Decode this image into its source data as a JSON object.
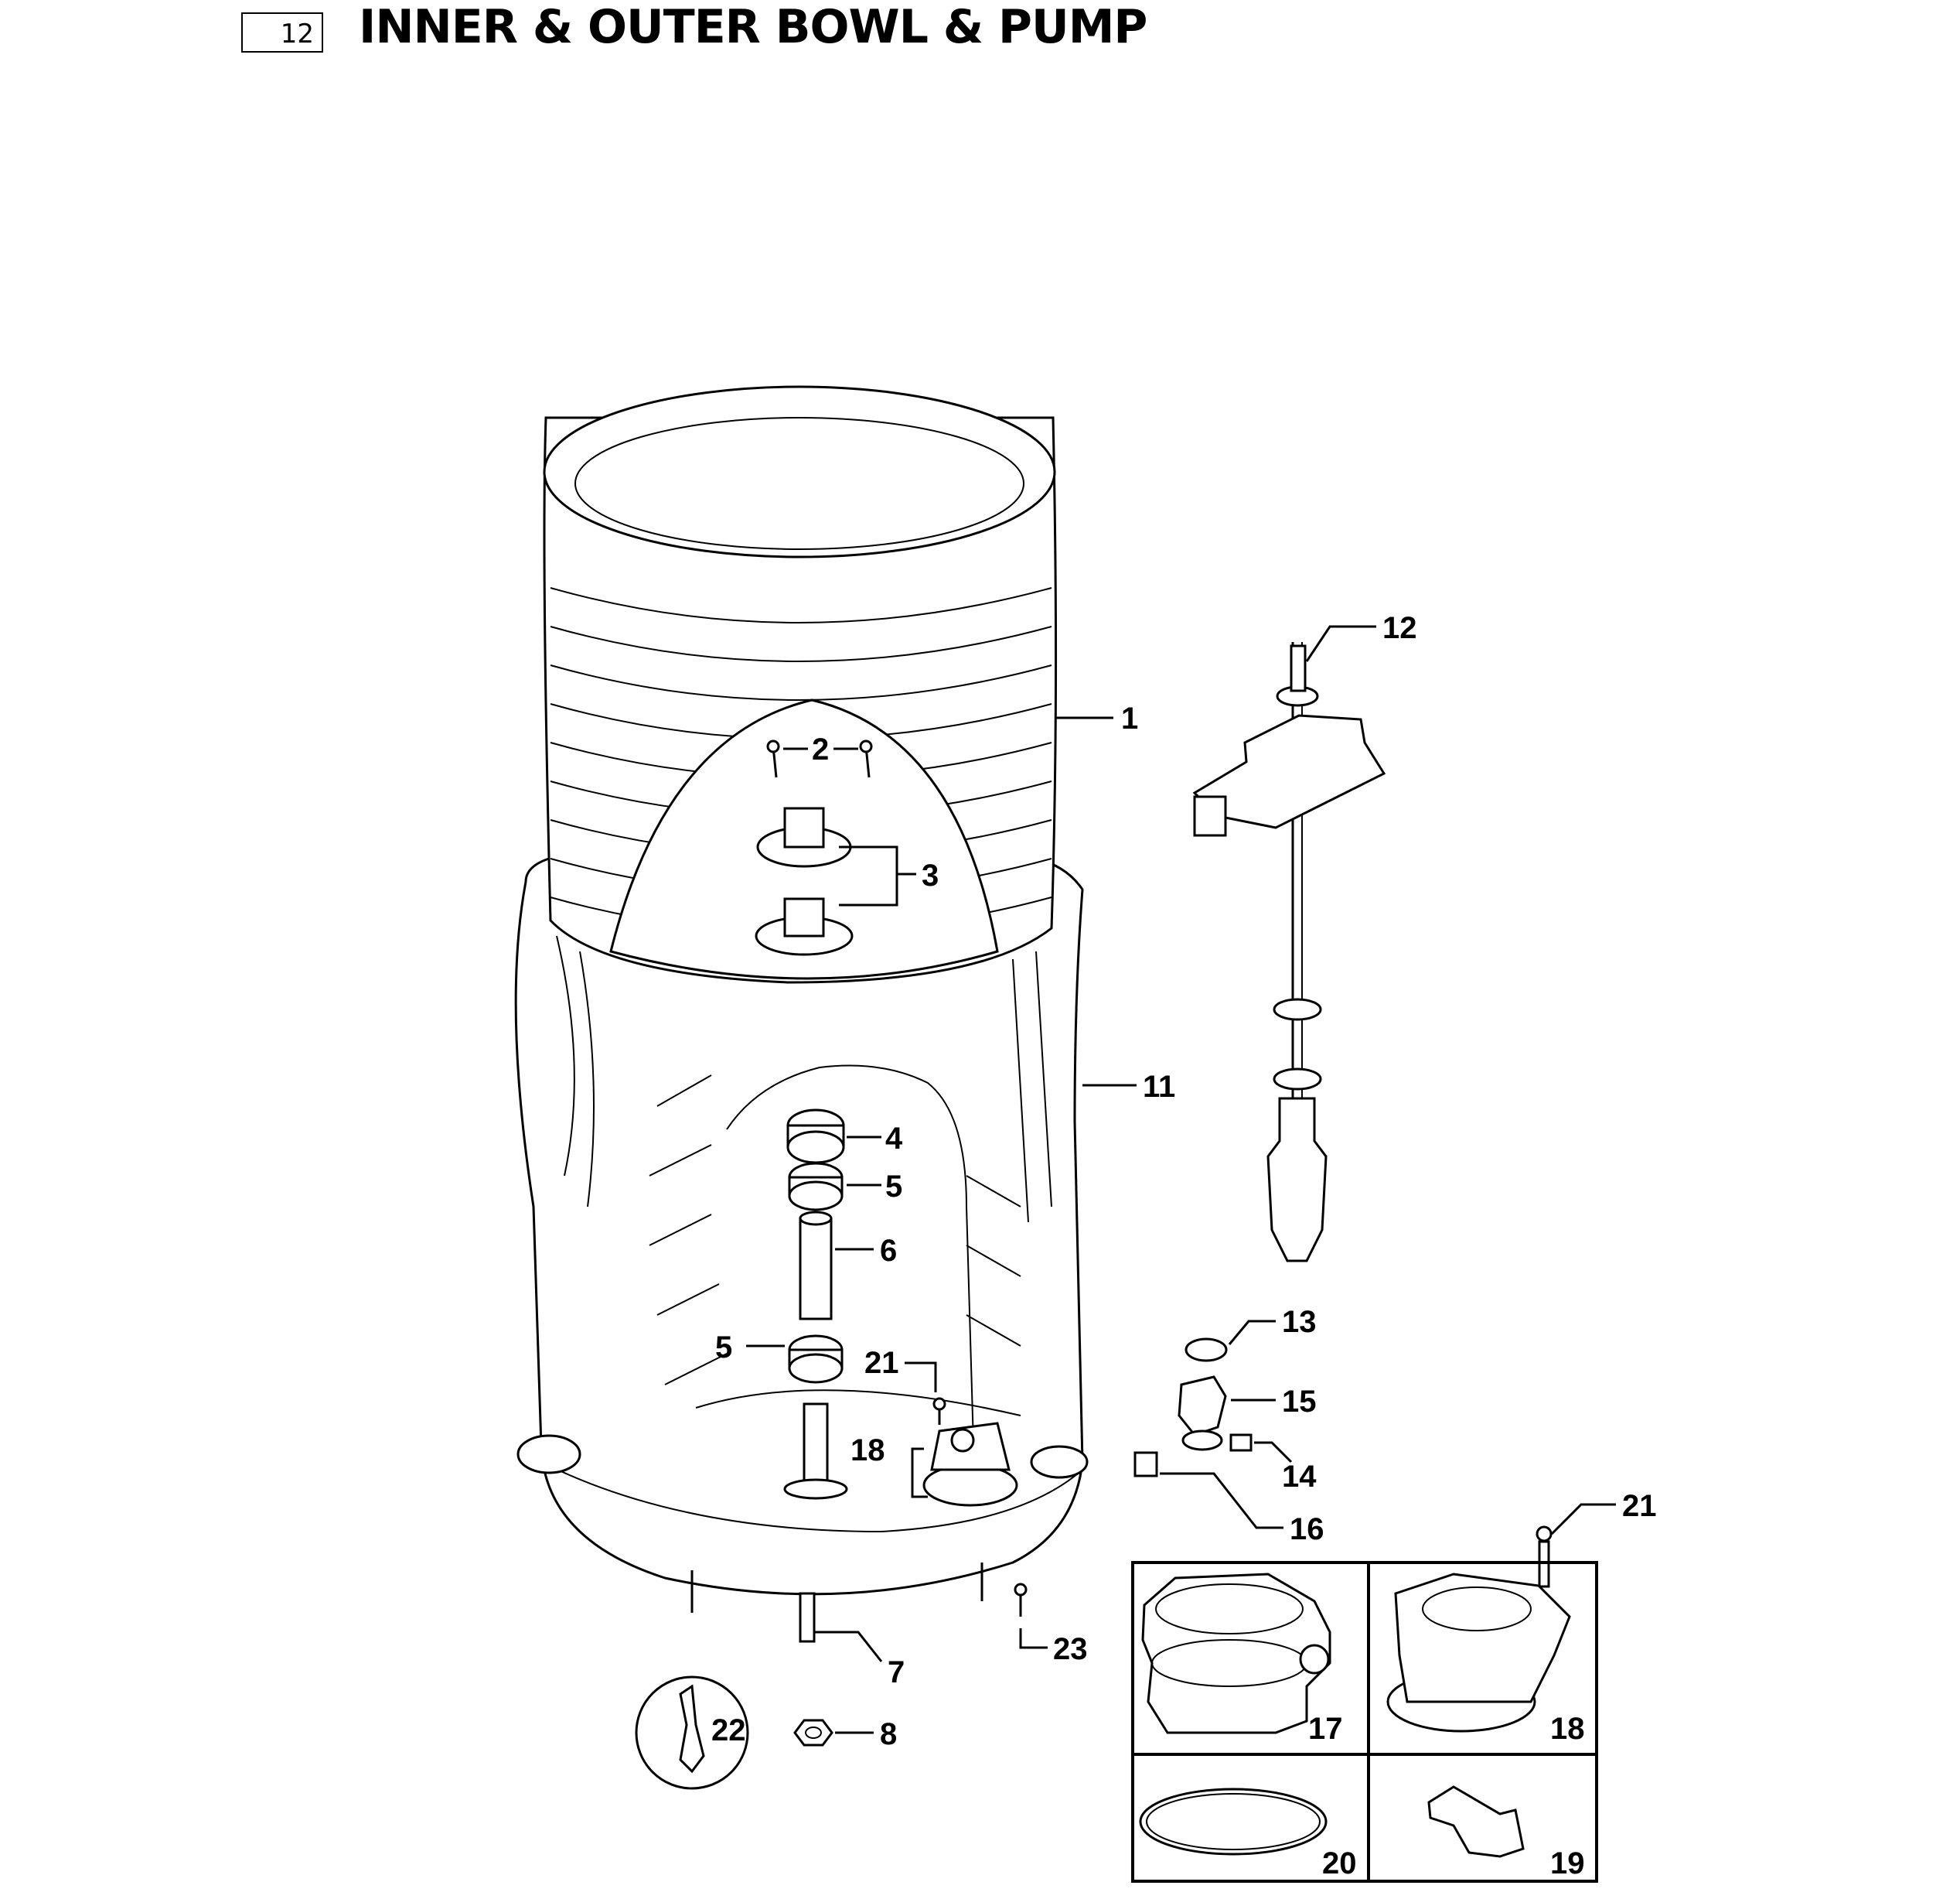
{
  "header": {
    "page_number": "12",
    "title": "INNER & OUTER BOWL & PUMP"
  },
  "callouts": {
    "c1": "1",
    "c2": "2",
    "c3": "3",
    "c4": "4",
    "c5a": "5",
    "c5b": "5",
    "c6": "6",
    "c7": "7",
    "c8": "8",
    "c11": "11",
    "c12": "12",
    "c13": "13",
    "c14": "14",
    "c15": "15",
    "c16": "16",
    "c17": "17",
    "c18a": "18",
    "c18b": "18",
    "c19": "19",
    "c20": "20",
    "c21a": "21",
    "c21b": "21",
    "c22": "22",
    "c23": "23"
  }
}
